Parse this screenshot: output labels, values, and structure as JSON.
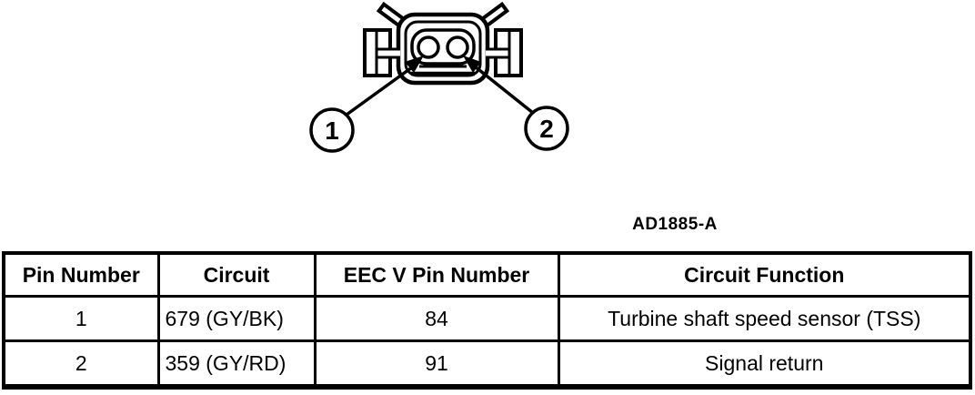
{
  "figure": {
    "id_label": "AD1885-A",
    "description": "2-pin connector face view",
    "callouts": [
      {
        "label": "1"
      },
      {
        "label": "2"
      }
    ]
  },
  "table": {
    "headers": [
      "Pin Number",
      "Circuit",
      "EEC V Pin Number",
      "Circuit Function"
    ],
    "rows": [
      [
        "1",
        "679 (GY/BK)",
        "84",
        "Turbine shaft speed sensor (TSS)"
      ],
      [
        "2",
        "359 (GY/RD)",
        "91",
        "Signal return"
      ]
    ]
  }
}
